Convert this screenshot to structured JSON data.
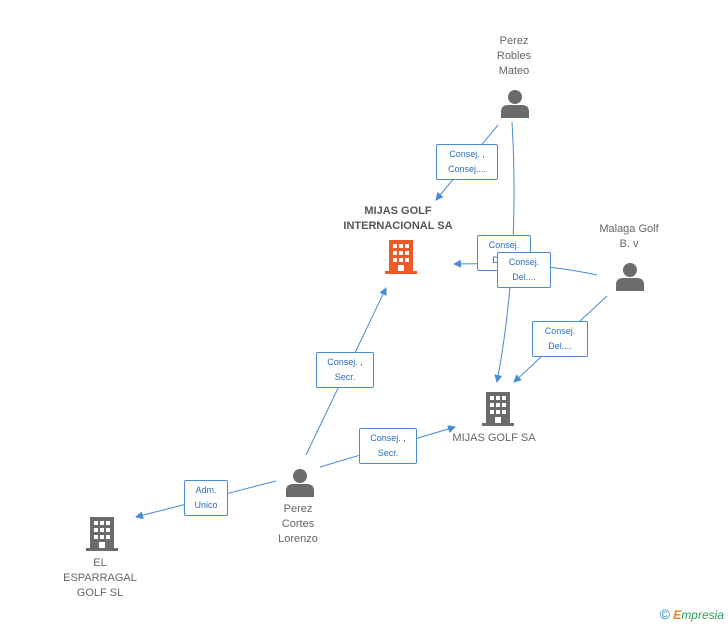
{
  "nodes": {
    "perez_robles": {
      "label_lines": [
        "Perez",
        "Robles",
        "Mateo"
      ]
    },
    "mijas_internacional": {
      "label_lines": [
        "MIJAS GOLF",
        "INTERNACIONAL SA"
      ]
    },
    "malaga_golf": {
      "label_lines": [
        "Malaga Golf",
        "B. v"
      ]
    },
    "mijas_golf_sa": {
      "label_lines": [
        "MIJAS GOLF SA"
      ]
    },
    "perez_cortes": {
      "label_lines": [
        "Perez",
        "Cortes",
        "Lorenzo"
      ]
    },
    "esparragal": {
      "label_lines": [
        "EL",
        "ESPARRAGAL",
        "GOLF SL"
      ]
    }
  },
  "edges": {
    "robles_to_internacional": [
      "Consej. ,",
      "Consej...."
    ],
    "robles_to_mijas": [
      "Consej.",
      "Del...."
    ],
    "malaga_to_internacional": [
      "Consej.",
      "Del...."
    ],
    "malaga_to_mijas": [
      "Consej.",
      "Del...."
    ],
    "cortes_to_internacional": [
      "Consej. ,",
      "Secr."
    ],
    "cortes_to_mijas": [
      "Consej. ,",
      "Secr."
    ],
    "cortes_to_esparragal": [
      "Adm.",
      "Unico"
    ]
  },
  "colors": {
    "edge": "#4a8bd4",
    "person": "#6b6b6b",
    "company": "#6b6b6b",
    "highlight_company": "#f05a28"
  },
  "footer": {
    "copyright": "©",
    "brand_initial": "E",
    "brand_rest": "mpresia"
  }
}
